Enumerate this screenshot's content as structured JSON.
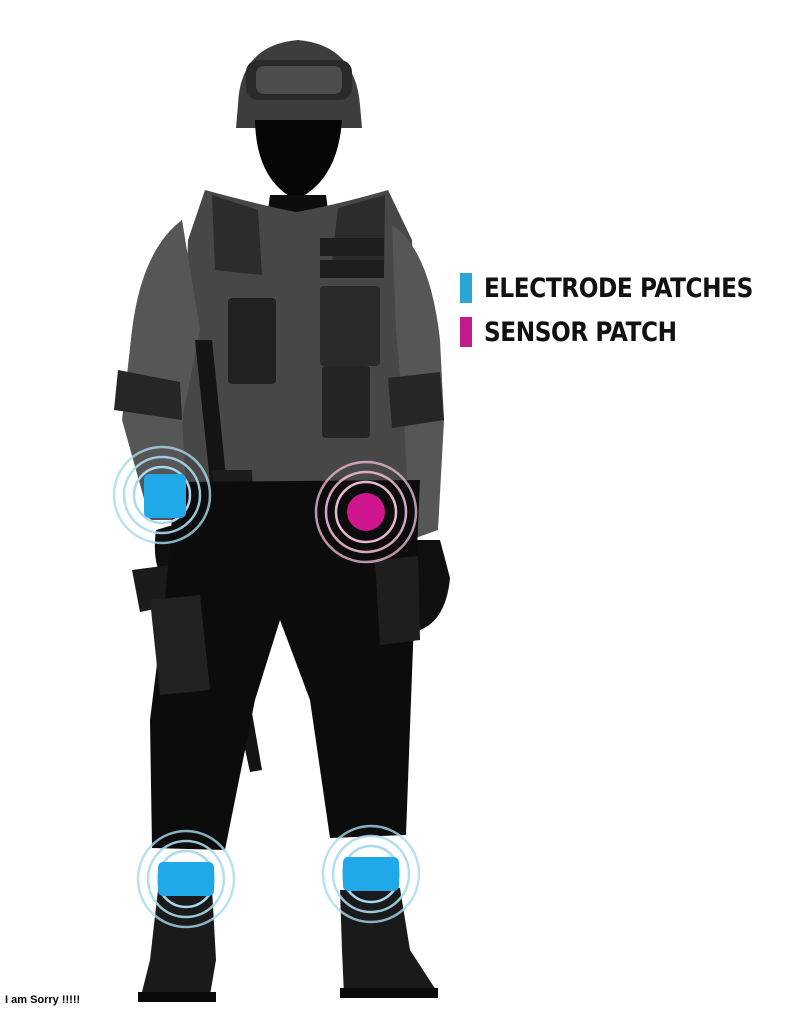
{
  "legend": {
    "electrode": {
      "label": "ELECTRODE PATCHES",
      "color": "#2aa6d6"
    },
    "sensor": {
      "label": "SENSOR PATCH",
      "color": "#c41a8d"
    }
  },
  "colors": {
    "electrode_patch": "#1fa9e8",
    "sensor_patch": "#d0168f",
    "ripple": "#a9d9ec",
    "ripple_sensor": "#e7b7d3",
    "figure_dark": "#111111",
    "figure_mid": "#3a3a3a",
    "figure_light": "#5a5a5a"
  },
  "caption": "I am Sorry !!!!!"
}
